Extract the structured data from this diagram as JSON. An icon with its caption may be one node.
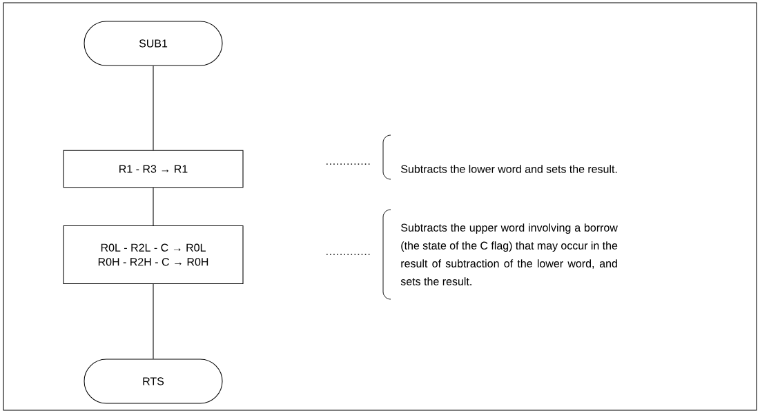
{
  "diagram": {
    "nodes": [
      {
        "text": [
          "SUB1"
        ]
      },
      {
        "text": [
          "R1 - R3 → R1"
        ]
      },
      {
        "text": [
          "R0L - R2L - C → R0L",
          "R0H - R2H - C → R0H"
        ]
      },
      {
        "text": [
          "RTS"
        ]
      }
    ],
    "edges": [
      {
        "from": 0,
        "to": 1,
        "arrow": "none"
      },
      {
        "from": 1,
        "to": 2,
        "arrow": "none"
      },
      {
        "from": 2,
        "to": 3,
        "arrow": "none"
      }
    ],
    "labels": [
      "Subtracts the lower word and sets the result.",
      "Subtracts the upper word involving a borrow (the state of the C flag) that may occur in the result of subtraction of the lower word, and sets the result."
    ]
  }
}
